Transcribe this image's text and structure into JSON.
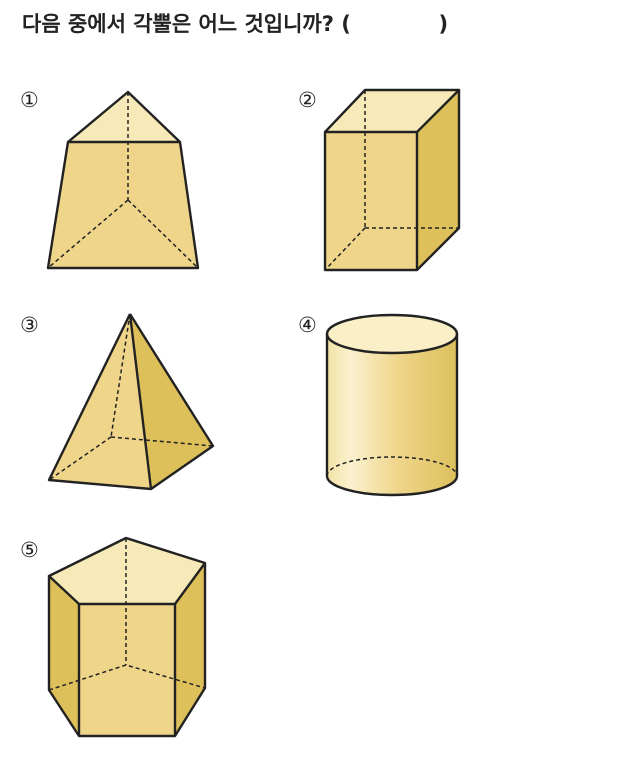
{
  "question": {
    "text": "다음 중에서 각뿔은 어느 것입니까? (            )"
  },
  "options": [
    {
      "number": "①",
      "shape": "frustum-of-triangular-pyramid"
    },
    {
      "number": "②",
      "shape": "rectangular-prism"
    },
    {
      "number": "③",
      "shape": "quadrilateral-pyramid"
    },
    {
      "number": "④",
      "shape": "cylinder"
    },
    {
      "number": "⑤",
      "shape": "pentagonal-prism"
    }
  ],
  "colors": {
    "face_light": "#f8eab8",
    "face_mid": "#efd58a",
    "face_dark": "#ddc05a",
    "edge": "#222222"
  }
}
